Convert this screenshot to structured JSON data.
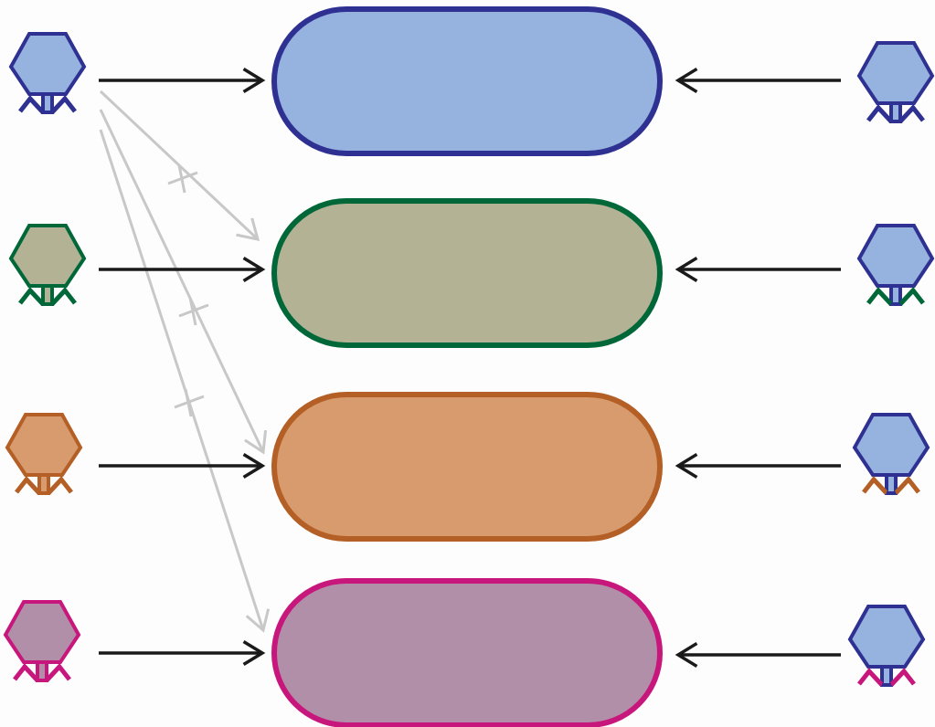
{
  "colors": {
    "phage_fill": "#95b3de",
    "phage_stroke": "#2e3192",
    "arrow": "#1a1a1a",
    "blocked_arrow": "#c8c8c8"
  },
  "rows": [
    {
      "name": "blue",
      "cell_fill": "#95b3de",
      "cell_stroke": "#2e3192",
      "left_phage_fill": "#95b3de",
      "left_phage_stroke": "#2e3192",
      "leg_color": "#2e3192"
    },
    {
      "name": "green",
      "cell_fill": "#b3b294",
      "cell_stroke": "#006838",
      "left_phage_fill": "#b3b294",
      "left_phage_stroke": "#006838",
      "leg_color": "#006838"
    },
    {
      "name": "orange",
      "cell_fill": "#d79b6d",
      "cell_stroke": "#b45f25",
      "left_phage_fill": "#d79b6d",
      "left_phage_stroke": "#b45f25",
      "leg_color": "#b45f25"
    },
    {
      "name": "pink",
      "cell_fill": "#b28fa8",
      "cell_stroke": "#c8177c",
      "left_phage_fill": "#b28fa8",
      "left_phage_stroke": "#c8177c",
      "leg_color": "#c8177c"
    }
  ],
  "blocked_infections": [
    {
      "from_row": 0,
      "to_row": 1
    },
    {
      "from_row": 0,
      "to_row": 2
    },
    {
      "from_row": 0,
      "to_row": 3
    }
  ]
}
